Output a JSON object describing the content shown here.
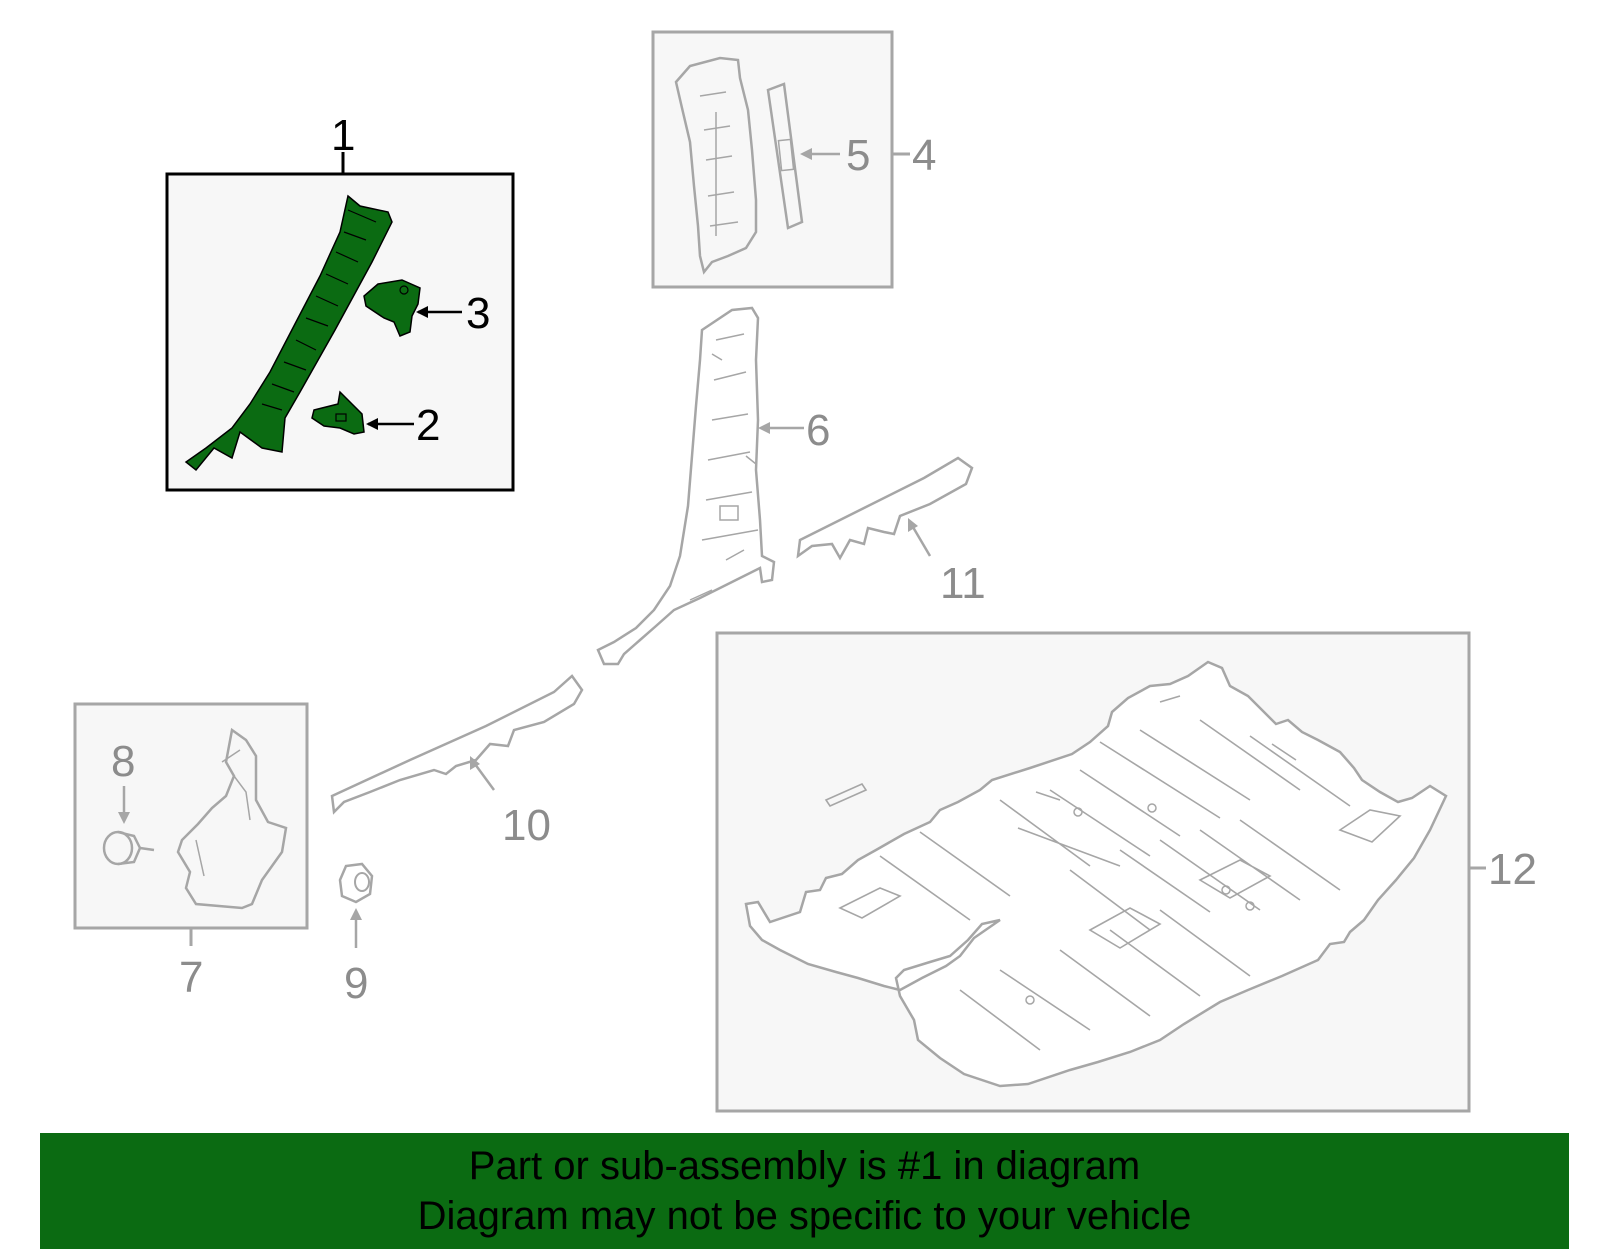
{
  "diagram": {
    "callouts": {
      "c1": "1",
      "c2": "2",
      "c3": "3",
      "c4": "4",
      "c5": "5",
      "c6": "6",
      "c7": "7",
      "c8": "8",
      "c9": "9",
      "c10": "10",
      "c11": "11",
      "c12": "12"
    },
    "colors": {
      "highlight": "#0b6b12",
      "part_outline": "#a6a6a6",
      "box_fill": "#f7f7f7",
      "active_text": "#000000",
      "muted_text": "#8c8c8c"
    }
  },
  "banner": {
    "line1": "Part or sub-assembly is #1 in diagram",
    "line2": "Diagram may not be specific to your vehicle"
  }
}
